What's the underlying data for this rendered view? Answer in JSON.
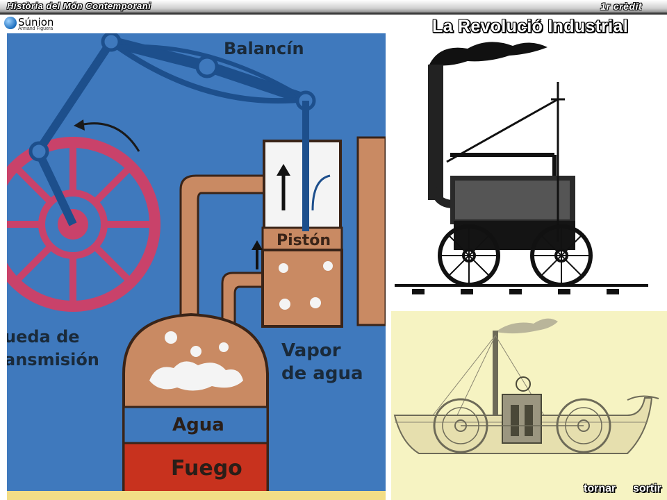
{
  "header": {
    "course_title": "Història del Món Contemporani",
    "credit": "1r crèdit"
  },
  "logo": {
    "name": "Súnion",
    "author": "Armand Figuera"
  },
  "page_title": "La Revolució Industrial",
  "diagram": {
    "label_beam": "Balancín",
    "label_wheel_1": "ueda de",
    "label_wheel_2": "ansmisión",
    "label_piston": "Pistón",
    "label_steam_1": "Vapor",
    "label_steam_2": "de agua",
    "label_water": "Agua",
    "label_fire": "Fuego"
  },
  "nav": {
    "back_label": "tornar",
    "exit_label": "sortir"
  },
  "colors": {
    "diagram_blue": "#3a73b8",
    "wheel_pink": "#c9426a",
    "boiler_copper": "#c98a63",
    "fire_red": "#c8321e",
    "paper_yellow": "#f6f3c2"
  }
}
